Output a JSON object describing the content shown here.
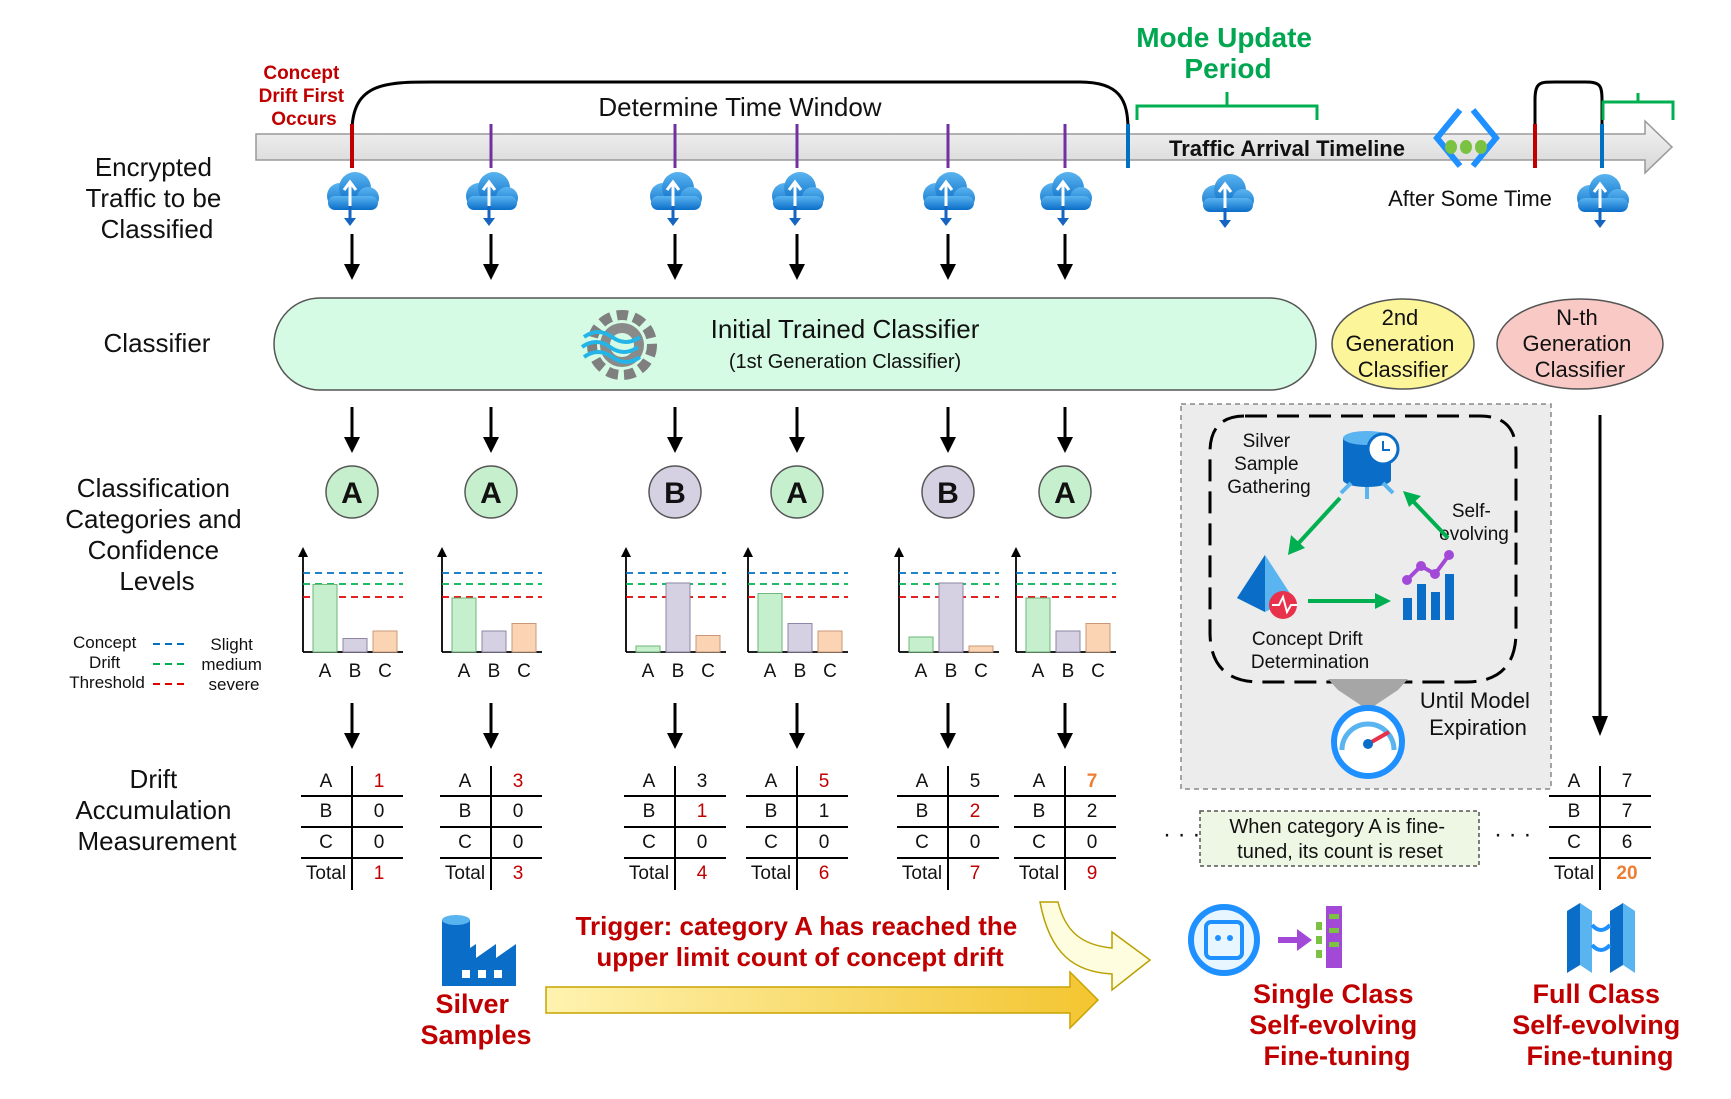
{
  "left_labels": {
    "traffic": [
      "Encrypted",
      "Traffic to be",
      "Classified"
    ],
    "classifier": "Classifier",
    "categories": [
      "Classification",
      "Categories and",
      "Confidence",
      "Levels"
    ],
    "drift": [
      "Drift",
      "Accumulation",
      "Measurement"
    ]
  },
  "timeline": {
    "first_drift": [
      "Concept",
      "Drift First",
      "Occurs"
    ],
    "window": "Determine Time Window",
    "update": [
      "Mode Update",
      "Period"
    ],
    "arrival": "Traffic Arrival Timeline",
    "after": "After Some Time"
  },
  "classifiers": {
    "initial_title": "Initial Trained Classifier",
    "initial_sub": "(1st Generation Classifier)",
    "second": [
      "2nd",
      "Generation",
      "Classifier"
    ],
    "nth": [
      "N-th",
      "Generation",
      "Classifier"
    ]
  },
  "threshold_legend": {
    "left": [
      "Concept",
      "Drift",
      "Threshold"
    ],
    "right": [
      "Slight",
      "medium",
      "severe"
    ]
  },
  "samples": [
    {
      "cat": "A",
      "bars": [
        0.9,
        0.18,
        0.28
      ],
      "counts": [
        "1",
        "0",
        "0"
      ],
      "total": "1",
      "hl": [
        0
      ]
    },
    {
      "cat": "A",
      "bars": [
        0.72,
        0.28,
        0.38
      ],
      "counts": [
        "3",
        "0",
        "0"
      ],
      "total": "3",
      "hl": [
        0
      ]
    },
    {
      "cat": "B",
      "bars": [
        0.08,
        0.92,
        0.22
      ],
      "counts": [
        "3",
        "1",
        "0"
      ],
      "total": "4",
      "hl": [
        1
      ]
    },
    {
      "cat": "A",
      "bars": [
        0.78,
        0.38,
        0.28
      ],
      "counts": [
        "5",
        "1",
        "0"
      ],
      "total": "6",
      "hl": [
        0
      ]
    },
    {
      "cat": "B",
      "bars": [
        0.2,
        0.92,
        0.08
      ],
      "counts": [
        "5",
        "2",
        "0"
      ],
      "total": "7",
      "hl": [
        1
      ]
    },
    {
      "cat": "A",
      "bars": [
        0.72,
        0.28,
        0.38
      ],
      "counts": [
        "7",
        "2",
        "0"
      ],
      "total": "9",
      "hl": [
        0
      ],
      "orange": [
        0
      ]
    }
  ],
  "row_labels": [
    "A",
    "B",
    "C",
    "Total"
  ],
  "bar_axis": [
    "A",
    "B",
    "C"
  ],
  "nth_table": {
    "counts": [
      "7",
      "7",
      "6"
    ],
    "total": "20"
  },
  "reset_note": [
    "When category A is fine-",
    "tuned, its count is reset"
  ],
  "trigger": [
    "Trigger: category A has reached the",
    "upper limit count of concept drift"
  ],
  "silver_samples": [
    "Silver",
    "Samples"
  ],
  "loop": {
    "gather": [
      "Silver",
      "Sample",
      "Gathering"
    ],
    "evolve": [
      "Self-",
      "evolving"
    ],
    "determination": [
      "Concept Drift",
      "Determination"
    ],
    "expiration": [
      "Until Model",
      "Expiration"
    ]
  },
  "single_ft": [
    "Single Class",
    "Self-evolving",
    "Fine-tuning"
  ],
  "full_ft": [
    "Full Class",
    "Self-evolving",
    "Fine-tuning"
  ],
  "colors": {
    "red": "#c00000",
    "green": "#00a650",
    "orange": "#ed7d31",
    "blue": "#0078d4"
  }
}
